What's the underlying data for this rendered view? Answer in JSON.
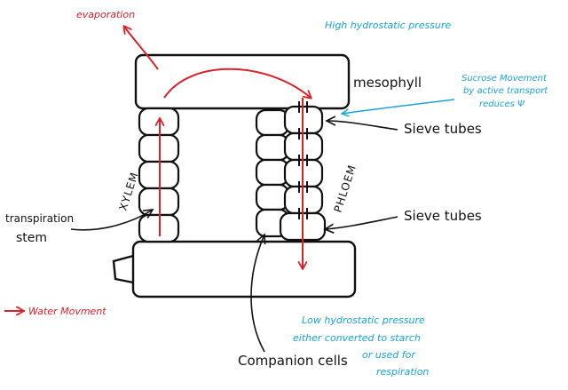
{
  "labels": {
    "evaporation": "evaporation",
    "high_pressure": "High hydrostatic pressure",
    "mesophyll": "mesophyll",
    "sucrose_line1": "Sucrose Movement",
    "sucrose_line2": "by active transport",
    "sucrose_line3": "reduces Ψ",
    "sieve_tubes_upper": "Sieve tubes",
    "sieve_tubes_lower": "Sieve tubes",
    "xylem": "XYLEM",
    "phloem": "PHLOEM",
    "transpiration_line1": "transpiration",
    "transpiration_line2": "stem",
    "water_movement": "Water Movment",
    "low_pressure_line1": "Low hydrostatic pressure",
    "low_pressure_line2": "either converted to starch",
    "low_pressure_line3": "or used for",
    "low_pressure_line4": "respiration",
    "companion_cells": "Companion cells"
  },
  "colors": {
    "ink": "#111111",
    "water": "#d8222a",
    "annotation": "#1aa3d4"
  }
}
